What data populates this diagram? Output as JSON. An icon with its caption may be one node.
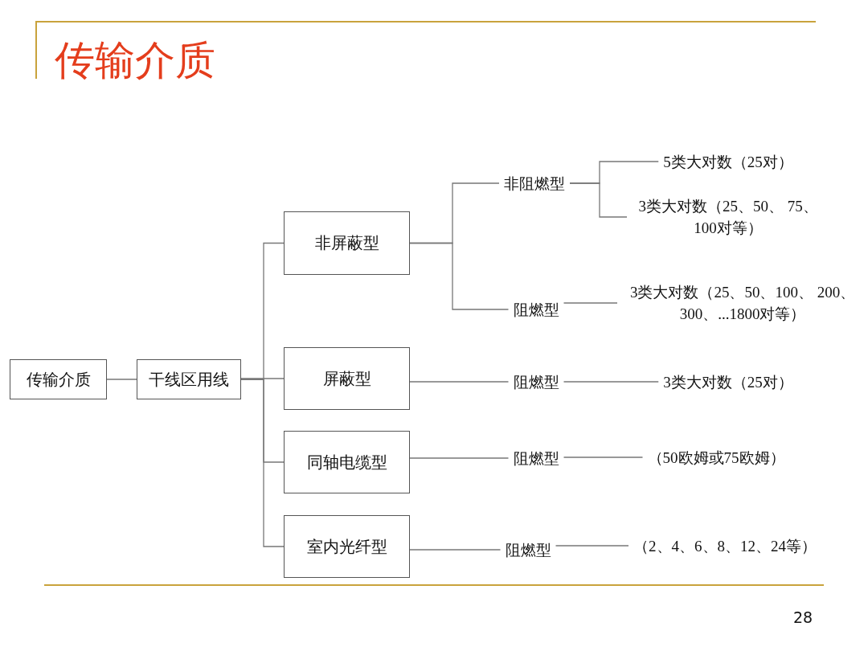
{
  "diagram": {
    "title": "传输介质",
    "nodes": [
      {
        "text": [
          "传输介质"
        ]
      },
      {
        "text": [
          "干线区用线"
        ]
      },
      {
        "text": [
          "非屏蔽型"
        ]
      },
      {
        "text": [
          "屏蔽型"
        ]
      },
      {
        "text": [
          "同轴电缆型"
        ]
      },
      {
        "text": [
          "室内光纤型"
        ]
      },
      {
        "text": [
          "非阻燃型"
        ]
      },
      {
        "text": [
          "阻燃型"
        ]
      },
      {
        "text": [
          "5类大对数（25对）"
        ]
      },
      {
        "text": [
          "3类大对数（25、50、 75、100对等）"
        ]
      },
      {
        "text": [
          "3类大对数（25、50、100、 200、300、...1800对等）"
        ]
      },
      {
        "text": [
          "阻燃型"
        ]
      },
      {
        "text": [
          "3类大对数（25对）"
        ]
      },
      {
        "text": [
          "阻燃型"
        ]
      },
      {
        "text": [
          "（50欧姆或75欧姆）"
        ]
      },
      {
        "text": [
          "阻燃型"
        ]
      },
      {
        "text": [
          "（2、4、6、8、12、24等）"
        ]
      }
    ],
    "edges": [
      {
        "from": 0,
        "to": 1,
        "arrow": "none"
      },
      {
        "from": 1,
        "to": 2,
        "arrow": "none"
      },
      {
        "from": 1,
        "to": 3,
        "arrow": "none"
      },
      {
        "from": 1,
        "to": 4,
        "arrow": "none"
      },
      {
        "from": 1,
        "to": 5,
        "arrow": "none"
      },
      {
        "from": 2,
        "to": 6,
        "arrow": "none"
      },
      {
        "from": 2,
        "to": 7,
        "arrow": "none"
      },
      {
        "from": 6,
        "to": 8,
        "arrow": "none"
      },
      {
        "from": 6,
        "to": 9,
        "arrow": "none"
      },
      {
        "from": 7,
        "to": 10,
        "arrow": "none"
      },
      {
        "from": 3,
        "to": 11,
        "arrow": "none"
      },
      {
        "from": 11,
        "to": 12,
        "arrow": "none"
      },
      {
        "from": 4,
        "to": 13,
        "arrow": "none"
      },
      {
        "from": 13,
        "to": 14,
        "arrow": "none"
      },
      {
        "from": 5,
        "to": 15,
        "arrow": "none"
      },
      {
        "from": 15,
        "to": 16,
        "arrow": "none"
      }
    ],
    "labels": [
      "28"
    ]
  }
}
